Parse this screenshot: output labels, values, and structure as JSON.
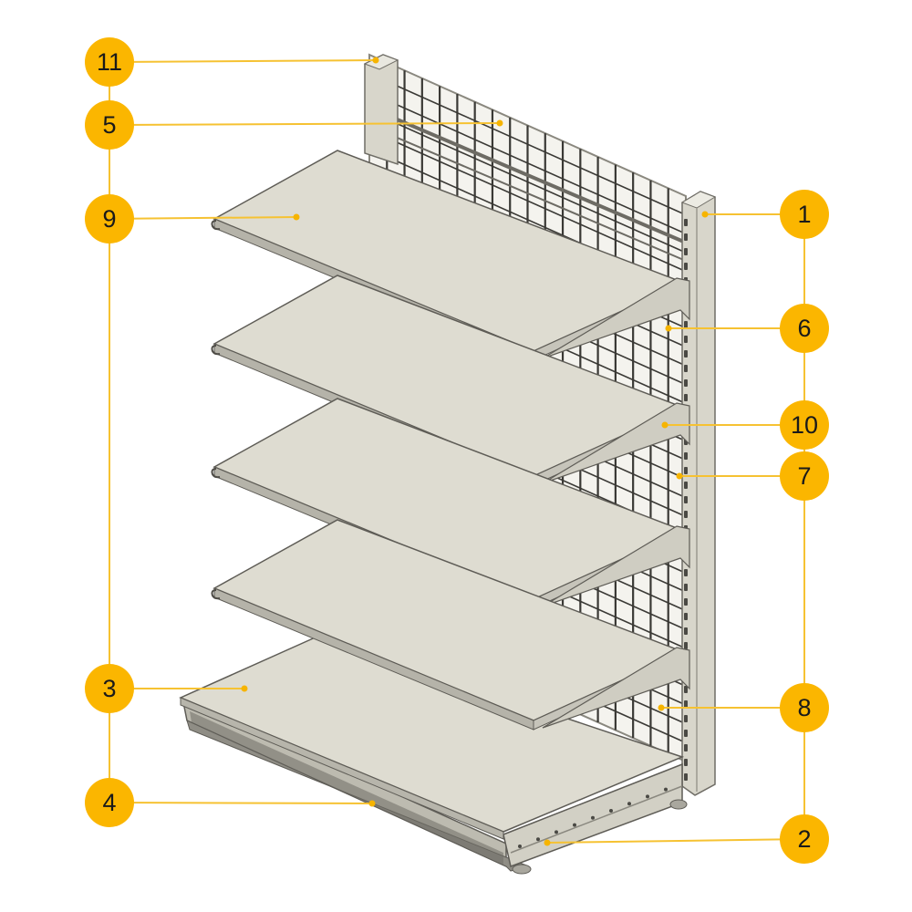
{
  "colors": {
    "accent": "#FBB600",
    "leader_line": "#F6C232",
    "shelf_face": "#DEDCD1",
    "frame": "#D4D2C6",
    "edge": "#7E7C74"
  },
  "callouts": [
    {
      "label": "11"
    },
    {
      "label": "5"
    },
    {
      "label": "9"
    },
    {
      "label": "3"
    },
    {
      "label": "4"
    },
    {
      "label": "1"
    },
    {
      "label": "6"
    },
    {
      "label": "10"
    },
    {
      "label": "7"
    },
    {
      "label": "8"
    },
    {
      "label": "2"
    }
  ]
}
